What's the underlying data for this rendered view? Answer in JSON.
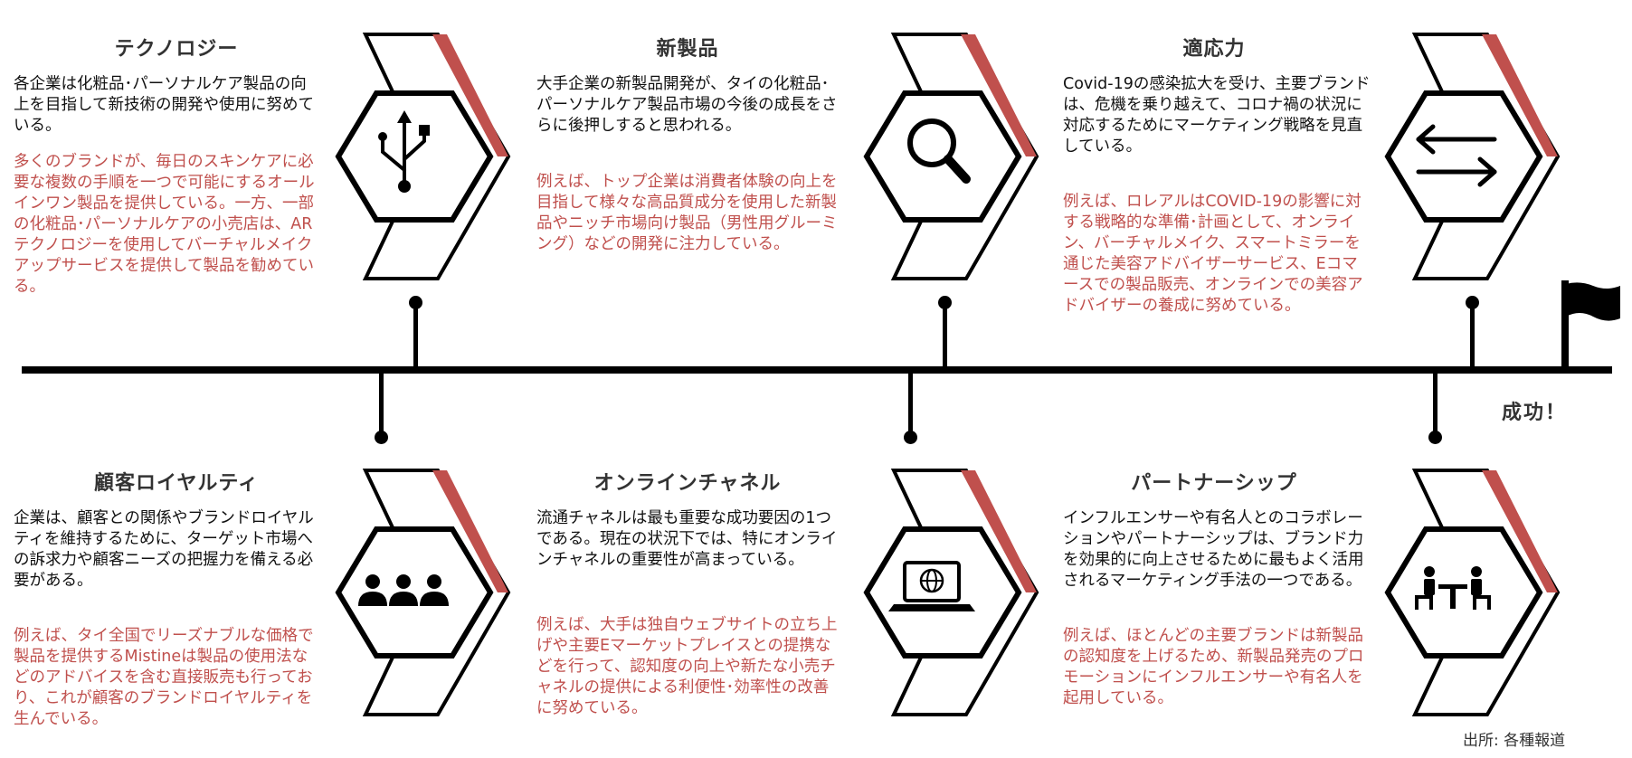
{
  "items": [
    {
      "title": "テクノロジー",
      "body": "各企業は化粧品･パーソナルケア製品の向上を目指して新技術の開発や使用に努めている。",
      "example": "多くのブランドが、毎日のスキンケアに必要な複数の手順を一つで可能にするオールインワン製品を提供している。一方、一部の化粧品･パーソナルケアの小売店は、ARテクノロジーを使用してバーチャルメイクアップサービスを提供して製品を勧めている。",
      "icon": "usb-icon"
    },
    {
      "title": "新製品",
      "body": "大手企業の新製品開発が、タイの化粧品･パーソナルケア製品市場の今後の成長をさらに後押しすると思われる。",
      "example": "例えば、トップ企業は消費者体験の向上を目指して様々な高品質成分を使用した新製品やニッチ市場向け製品（男性用グルーミング）などの開発に注力している。",
      "icon": "magnifier-icon"
    },
    {
      "title": "適応力",
      "body": "Covid-19の感染拡大を受け、主要ブランドは、危機を乗り越えて、コロナ禍の状況に対応するためにマーケティング戦略を見直している。",
      "example": "例えば、ロレアルはCOVID-19の影響に対する戦略的な準備･計画として、オンライン、バーチャルメイク、スマートミラーを通じた美容アドバイザーサービス、Eコマースでの製品販売、オンラインでの美容アドバイザーの養成に努めている。",
      "icon": "exchange-arrows-icon"
    },
    {
      "title": "顧客ロイヤルティ",
      "body": "企業は、顧客との関係やブランドロイヤルティを維持するために、ターゲット市場への訴求力や顧客ニーズの把握力を備える必要がある。",
      "example": "例えば、タイ全国でリーズナブルな価格で製品を提供するMistineは製品の使用法などのアドバイスを含む直接販売も行っており、これが顧客のブランドロイヤルティを生んでいる。",
      "icon": "people-group-icon"
    },
    {
      "title": "オンラインチャネル",
      "body": "流通チャネルは最も重要な成功要因の1つである。現在の状況下では、特にオンラインチャネルの重要性が高まっている。",
      "example": "例えば、大手は独自ウェブサイトの立ち上げや主要Eマーケットプレイスとの提携などを行って、認知度の向上や新たな小売チャネルの提供による利便性･効率性の改善に努めている。",
      "icon": "laptop-globe-icon"
    },
    {
      "title": "パートナーシップ",
      "body": "インフルエンサーや有名人とのコラボレーションやパートナーシップは、ブランド力を効果的に向上させるために最もよく活用されるマーケティング手法の一つである。",
      "example": "例えば、ほとんどの主要ブランドは新製品の認知度を上げるため、新製品発売のプロモーションにインフルエンサーや有名人を起用している。",
      "icon": "meeting-table-icon"
    }
  ],
  "success_label": "成功！",
  "source": "出所: 各種報道",
  "colors": {
    "accent": "#c0504d",
    "line": "#000000"
  }
}
